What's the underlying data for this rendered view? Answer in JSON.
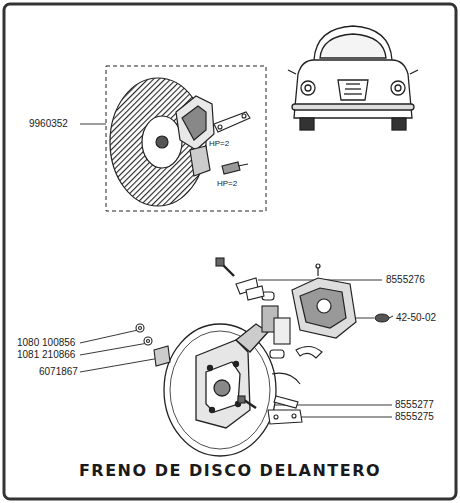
{
  "diagram": {
    "title": "FRENO DE DISCO DELANTERO",
    "labels": [
      "9960352",
      "HP=2",
      "HP=2",
      "8555276",
      "42-50-02",
      "1080 100856",
      "1081 210866",
      "6071867",
      "8555277",
      "8555275"
    ]
  }
}
